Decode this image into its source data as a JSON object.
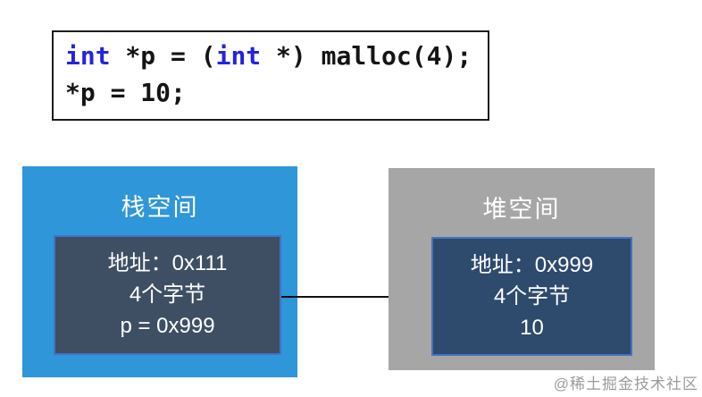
{
  "colors": {
    "keyword_blue": "#2424dd",
    "code_text": "#141414",
    "stack_bg": "#2f96d9",
    "heap_bg": "#a6a6a6",
    "stack_cell_bg": "#3e4f63",
    "heap_cell_bg": "#2e4a6d",
    "cell_border": "#4472c4",
    "cell_text": "#ffffff",
    "arrow": "#111111",
    "watermark": "#9b9b9b"
  },
  "code_block": {
    "line1_tokens": [
      {
        "text": "int",
        "type": "keyword"
      },
      {
        "text": " *p = (",
        "type": "plain"
      },
      {
        "text": "int",
        "type": "keyword"
      },
      {
        "text": " *) malloc(4);",
        "type": "plain"
      }
    ],
    "line2": "*p = 10;"
  },
  "stack": {
    "label": "栈空间",
    "cell": {
      "address": "地址：0x111",
      "size": "4个字节",
      "value": "p = 0x999"
    }
  },
  "heap": {
    "label": "堆空间",
    "cell": {
      "address": "地址：0x999",
      "size": "4个字节",
      "value": "10"
    }
  },
  "watermark": "@稀土掘金技术社区"
}
